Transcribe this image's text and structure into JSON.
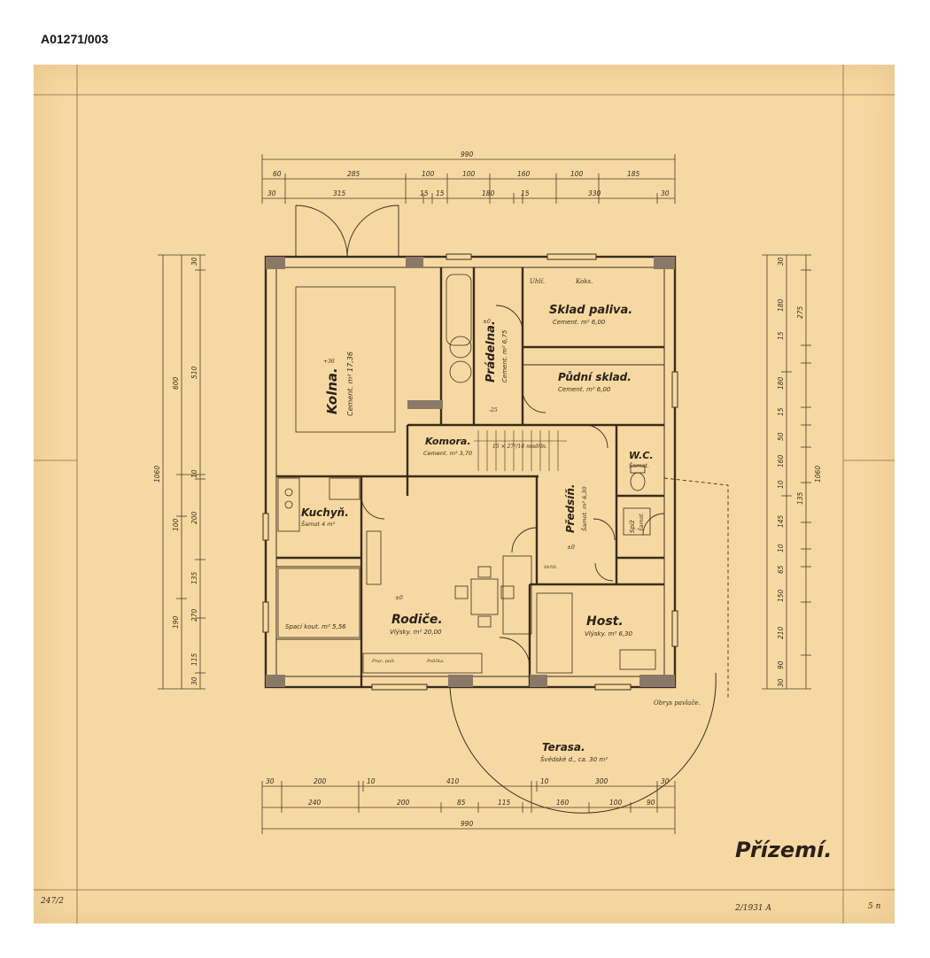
{
  "archive_id": "A01271/003",
  "plan_title": "Přízemí.",
  "margin_notes": {
    "left_bottom": "247/2",
    "right_bottom_1": "2/1931 A",
    "right_bottom_2": "5 n"
  },
  "rooms": {
    "kolna": {
      "name": "Kolna.",
      "sub": "Cement. m² 17,36"
    },
    "pradelna": {
      "name": "Prádelna.",
      "sub": "Cement. m² 6,75"
    },
    "sklad_paliva": {
      "name": "Sklad paliva.",
      "sub": "Cement. m² 6,00"
    },
    "podni_sklad": {
      "name": "Půdní sklad.",
      "sub": "Cement. m² 6,00"
    },
    "komora": {
      "name": "Komora.",
      "sub": "Cement. m² 3,70"
    },
    "wc": {
      "name": "W.C.",
      "sub": "Šamot."
    },
    "kuchyn": {
      "name": "Kuchyň.",
      "sub": "Šamot 4 m²"
    },
    "predsin": {
      "name": "Předsíň.",
      "sub": "Šamot. m² 6,30"
    },
    "spiz": {
      "name": "Spíž",
      "sub": "Šamot."
    },
    "rodice": {
      "name": "Rodiče.",
      "sub": "Vlýsky. m² 20,00"
    },
    "spaci_kout": {
      "name": "Spací kout. m² 5,56"
    },
    "host": {
      "name": "Host.",
      "sub": "Vlýsky. m² 6,30"
    },
    "terasa": {
      "name": "Terasa.",
      "sub": "Švédské d., ca. 30 m²"
    }
  },
  "labels": {
    "uhli": "Uhlí.",
    "koks": "Koks.",
    "obrys_pavlace": "Obrys pavlače.",
    "stairs": "15 × 27⁵/16 modřín.",
    "level_pm": "±0",
    "level_36": "+36",
    "level_25": "-25",
    "skryne": "Skříň.",
    "prac_pult": "Prac. pult.",
    "polickak": "Polička."
  },
  "dimensions": {
    "top_total": "990",
    "top_row1": [
      "60",
      "285",
      "100",
      "100",
      "160",
      "100",
      "185"
    ],
    "top_row2": [
      "30",
      "315",
      "15",
      "15",
      "180",
      "15",
      "330",
      "30"
    ],
    "bottom_row1": [
      "30",
      "200",
      "10",
      "410",
      "10",
      "300",
      "30"
    ],
    "bottom_row2": [
      "240",
      "200",
      "85",
      "115",
      "160",
      "100",
      "90"
    ],
    "bottom_total": "990",
    "left_total": "1060",
    "left_row": [
      "30",
      "510",
      "10",
      "200",
      "135",
      "270",
      "115",
      "30"
    ],
    "left_row2": [
      "600",
      "100",
      "190"
    ],
    "right_total": "1060",
    "right_row": [
      "30",
      "180",
      "15",
      "180",
      "15",
      "50",
      "160",
      "10",
      "145",
      "10",
      "65",
      "150",
      "210",
      "90",
      "30"
    ],
    "right_row2": [
      "275",
      "135"
    ]
  }
}
